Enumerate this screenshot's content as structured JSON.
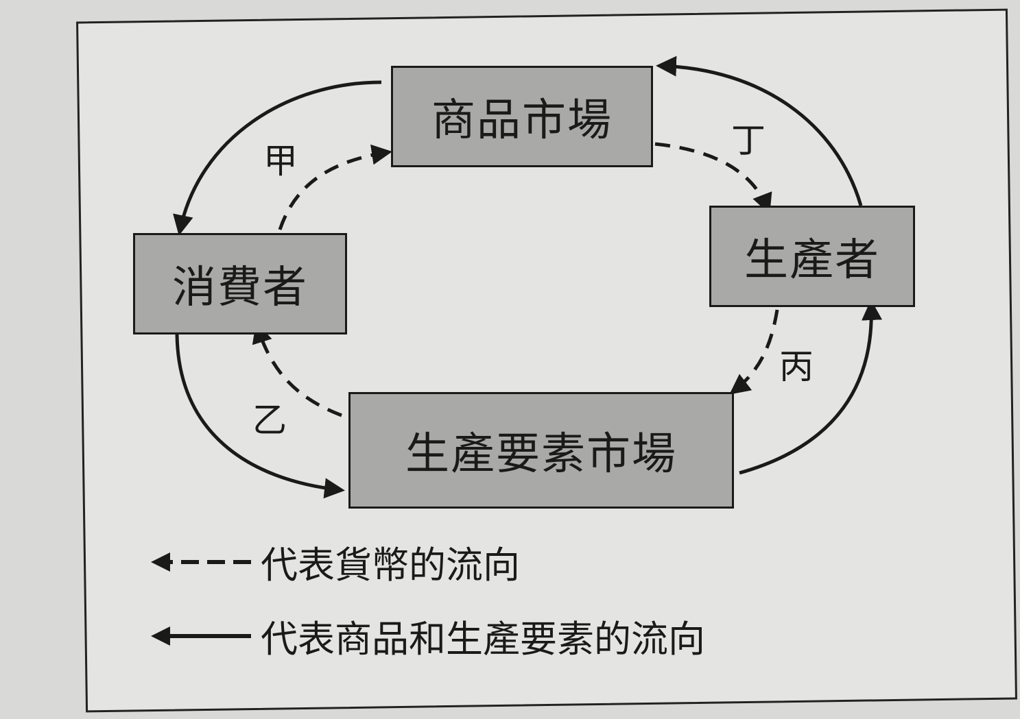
{
  "nodes": {
    "goods_market": "商品市場",
    "producer": "生產者",
    "consumer": "消費者",
    "factor_market": "生產要素市場"
  },
  "flow_labels": {
    "jia": "甲",
    "yi": "乙",
    "bing": "丙",
    "ding": "丁"
  },
  "legend": {
    "dashed": "代表貨幣的流向",
    "solid": "代表商品和生產要素的流向"
  }
}
